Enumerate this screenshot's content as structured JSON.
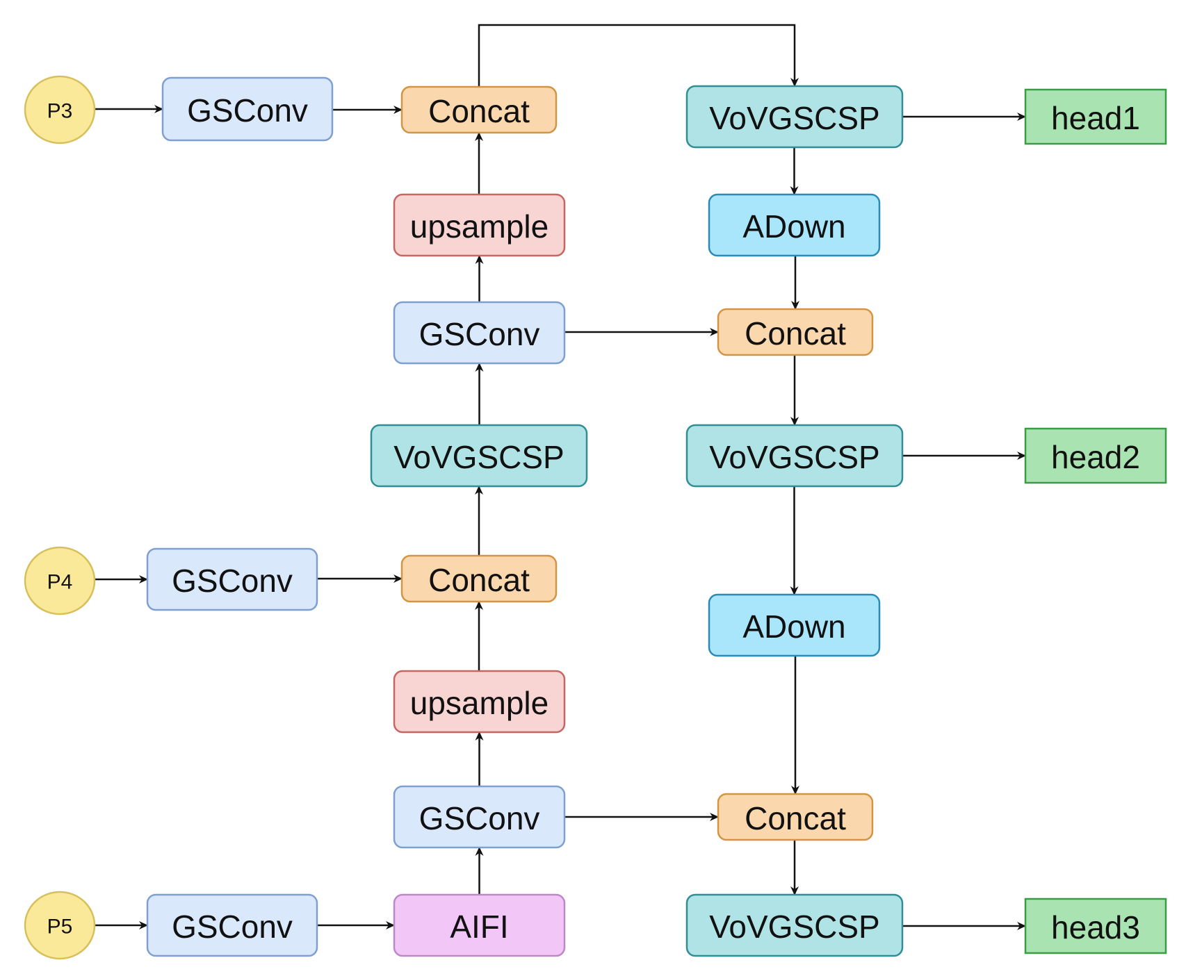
{
  "colors": {
    "input_fill": "#fbe99a",
    "input_stroke": "#d7c05c",
    "gsconv_fill": "#dae8fc",
    "gsconv_stroke": "#7f9fd0",
    "concat_fill": "#fad7ac",
    "concat_stroke": "#d39443",
    "upsample_fill": "#f8d4d3",
    "upsample_stroke": "#c66663",
    "vovgscsp_fill": "#b0e3e6",
    "vovgscsp_stroke": "#2f8e95",
    "adown_fill": "#aae6fb",
    "adown_stroke": "#2a8ab5",
    "aifi_fill": "#f3c6f8",
    "aifi_stroke": "#bb8ac6",
    "head_fill": "#a9e3b1",
    "head_stroke": "#3c9b48",
    "edge": "#111111"
  },
  "nodes": {
    "p3": {
      "label": "P3",
      "kind": "input"
    },
    "p4": {
      "label": "P4",
      "kind": "input"
    },
    "p5": {
      "label": "P5",
      "kind": "input"
    },
    "gsconv_p3": {
      "label": "GSConv",
      "kind": "gsconv"
    },
    "gsconv_p4": {
      "label": "GSConv",
      "kind": "gsconv"
    },
    "gsconv_p5": {
      "label": "GSConv",
      "kind": "gsconv"
    },
    "concat_top": {
      "label": "Concat",
      "kind": "concat"
    },
    "upsample_top": {
      "label": "upsample",
      "kind": "upsample"
    },
    "gsconv_mid_top": {
      "label": "GSConv",
      "kind": "gsconv"
    },
    "vovgscsp_mid": {
      "label": "VoVGSCSP",
      "kind": "vovgscsp"
    },
    "concat_mid": {
      "label": "Concat",
      "kind": "concat"
    },
    "upsample_bottom": {
      "label": "upsample",
      "kind": "upsample"
    },
    "gsconv_mid_bottom": {
      "label": "GSConv",
      "kind": "gsconv"
    },
    "aifi": {
      "label": "AIFI",
      "kind": "aifi"
    },
    "vovgscsp_right_1": {
      "label": "VoVGSCSP",
      "kind": "vovgscsp"
    },
    "adown_1": {
      "label": "ADown",
      "kind": "adown"
    },
    "concat_right_1": {
      "label": "Concat",
      "kind": "concat"
    },
    "vovgscsp_right_2": {
      "label": "VoVGSCSP",
      "kind": "vovgscsp"
    },
    "adown_2": {
      "label": "ADown",
      "kind": "adown"
    },
    "concat_right_2": {
      "label": "Concat",
      "kind": "concat"
    },
    "vovgscsp_right_3": {
      "label": "VoVGSCSP",
      "kind": "vovgscsp"
    },
    "head1": {
      "label": "head1",
      "kind": "head"
    },
    "head2": {
      "label": "head2",
      "kind": "head"
    },
    "head3": {
      "label": "head3",
      "kind": "head"
    }
  },
  "edges": [
    {
      "from": "p3",
      "to": "gsconv_p3"
    },
    {
      "from": "gsconv_p3",
      "to": "concat_top"
    },
    {
      "from": "concat_top",
      "to": "vovgscsp_right_1"
    },
    {
      "from": "vovgscsp_right_1",
      "to": "head1"
    },
    {
      "from": "vovgscsp_right_1",
      "to": "adown_1"
    },
    {
      "from": "upsample_top",
      "to": "concat_top"
    },
    {
      "from": "gsconv_mid_top",
      "to": "upsample_top"
    },
    {
      "from": "gsconv_mid_top",
      "to": "concat_right_1"
    },
    {
      "from": "adown_1",
      "to": "concat_right_1"
    },
    {
      "from": "concat_right_1",
      "to": "vovgscsp_right_2"
    },
    {
      "from": "vovgscsp_mid",
      "to": "gsconv_mid_top"
    },
    {
      "from": "vovgscsp_right_2",
      "to": "head2"
    },
    {
      "from": "vovgscsp_right_2",
      "to": "adown_2"
    },
    {
      "from": "p4",
      "to": "gsconv_p4"
    },
    {
      "from": "gsconv_p4",
      "to": "concat_mid"
    },
    {
      "from": "concat_mid",
      "to": "vovgscsp_mid"
    },
    {
      "from": "upsample_bottom",
      "to": "concat_mid"
    },
    {
      "from": "gsconv_mid_bottom",
      "to": "upsample_bottom"
    },
    {
      "from": "gsconv_mid_bottom",
      "to": "concat_right_2"
    },
    {
      "from": "adown_2",
      "to": "concat_right_2"
    },
    {
      "from": "concat_right_2",
      "to": "vovgscsp_right_3"
    },
    {
      "from": "aifi",
      "to": "gsconv_mid_bottom"
    },
    {
      "from": "p5",
      "to": "gsconv_p5"
    },
    {
      "from": "gsconv_p5",
      "to": "aifi"
    },
    {
      "from": "vovgscsp_right_3",
      "to": "head3"
    }
  ]
}
